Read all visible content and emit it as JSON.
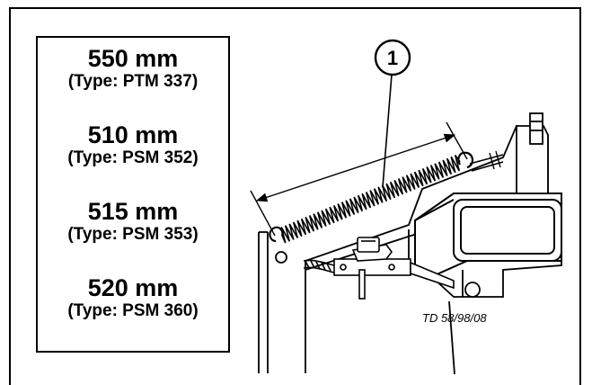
{
  "specs": [
    {
      "length": "550 mm",
      "type": "(Type: PTM 337)"
    },
    {
      "length": "510 mm",
      "type": "(Type: PSM 352)"
    },
    {
      "length": "515 mm",
      "type": "(Type: PSM 353)"
    },
    {
      "length": "520 mm",
      "type": "(Type: PSM 360)"
    }
  ],
  "callout": "1",
  "drawing_ref": "TD 58/98/08"
}
